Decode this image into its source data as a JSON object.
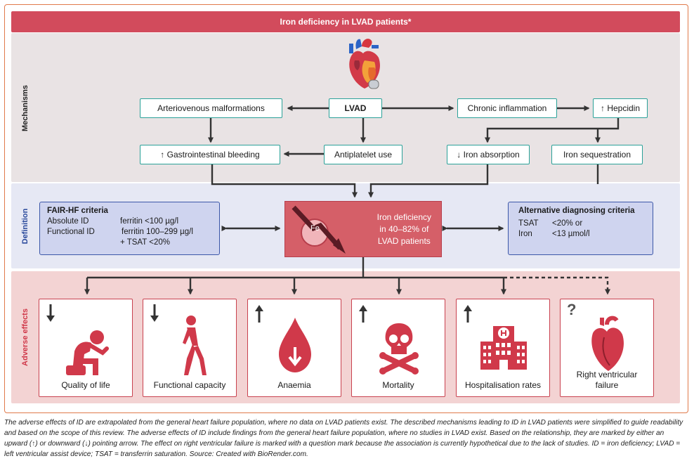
{
  "title": "Iron deficiency in LVAD patients*",
  "sections": {
    "mechanisms": "Mechanisms",
    "definition": "Definition",
    "adverse": "Adverse effects"
  },
  "mechanisms": {
    "avm": "Arteriovenous malformations",
    "lvad": "LVAD",
    "chronic_inflammation": "Chronic inflammation",
    "hepcidin": "↑ Hepcidin",
    "gi_bleeding": "↑ Gastrointestinal bleeding",
    "antiplatelet": "Antiplatelet use",
    "iron_absorption": "↓ Iron absorption",
    "iron_sequestration": "Iron sequestration"
  },
  "fair_hf": {
    "heading": "FAIR-HF criteria",
    "absolute_label": "Absolute ID",
    "absolute_value": "ferritin <100 µg/l",
    "functional_label": "Functional ID",
    "functional_value": "ferritin 100–299 µg/l",
    "functional_value2": "+ TSAT <20%"
  },
  "iron_deficiency": {
    "fe": "Fe",
    "line1": "Iron deficiency",
    "line2": "in 40–82% of",
    "line3": "LVAD patients"
  },
  "alternative": {
    "heading": "Alternative diagnosing criteria",
    "tsat_label": "TSAT",
    "tsat_value": "<20% or",
    "iron_label": "Iron",
    "iron_value": "<13 µmol/l"
  },
  "adverse_effects": [
    {
      "label": "Quality of life",
      "direction": "down",
      "icon": "person-sitting-head-in-hands-icon"
    },
    {
      "label": "Functional capacity",
      "direction": "down",
      "icon": "person-walking-icon"
    },
    {
      "label": "Anaemia",
      "direction": "up",
      "icon": "blood-drop-icon"
    },
    {
      "label": "Mortality",
      "direction": "up",
      "icon": "skull-crossbones-icon"
    },
    {
      "label": "Hospitalisation rates",
      "direction": "up",
      "icon": "hospital-icon"
    },
    {
      "label": "Right ventricular failure",
      "label_line1": "Right ventricular",
      "label_line2": "failure",
      "direction": "unknown",
      "indicator": "?",
      "icon": "heart-icon"
    }
  ],
  "colors": {
    "title_bar": "#d24b5c",
    "mechanism_border": "#2aa198",
    "definition_border": "#3c57a8",
    "adverse_border": "#c9424f",
    "icon_red": "#d0394a"
  },
  "caption": "The adverse effects of ID are extrapolated from the general heart failure population, where no data on LVAD patients exist. The described mechanisms leading to ID in LVAD patients were simplified to guide readability and based on the scope of this review. The adverse effects of ID include findings from the general heart failure population, where no studies in LVAD exist. Based on the relationship, they are marked by either an upward (↑) or downward (↓) pointing arrow. The effect on right ventricular failure is marked with a question mark because the association is currently hypothetical due to the lack of studies. ID = iron deficiency; LVAD = left ventricular assist device; TSAT = transferrin saturation. Source: Created with BioRender.com."
}
